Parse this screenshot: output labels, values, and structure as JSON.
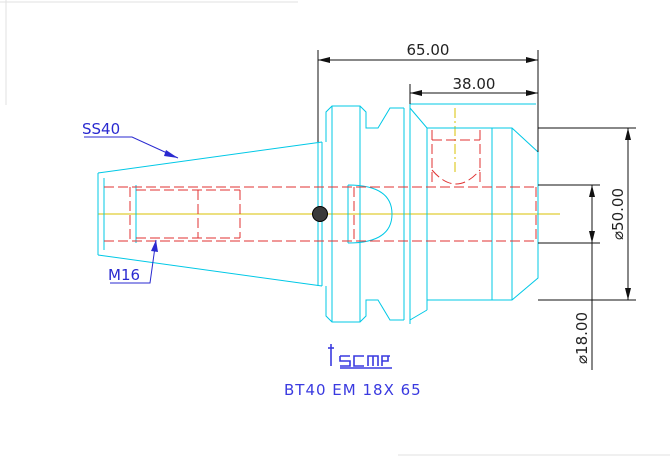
{
  "dimensions": {
    "total_length": "65.00",
    "body_length": "38.00",
    "outer_diameter": "⌀50.00",
    "bore_diameter": "⌀18.00"
  },
  "labels": {
    "taper": "SS40",
    "thread": "M16"
  },
  "caption": "BT40 EM 18X 65",
  "brand_logo_text": "iscar",
  "colors": {
    "outline": "#00c8e6",
    "hidden": "#e03030",
    "center": "#d8c000",
    "dimension": "#111111",
    "label": "#2a2ad0"
  }
}
